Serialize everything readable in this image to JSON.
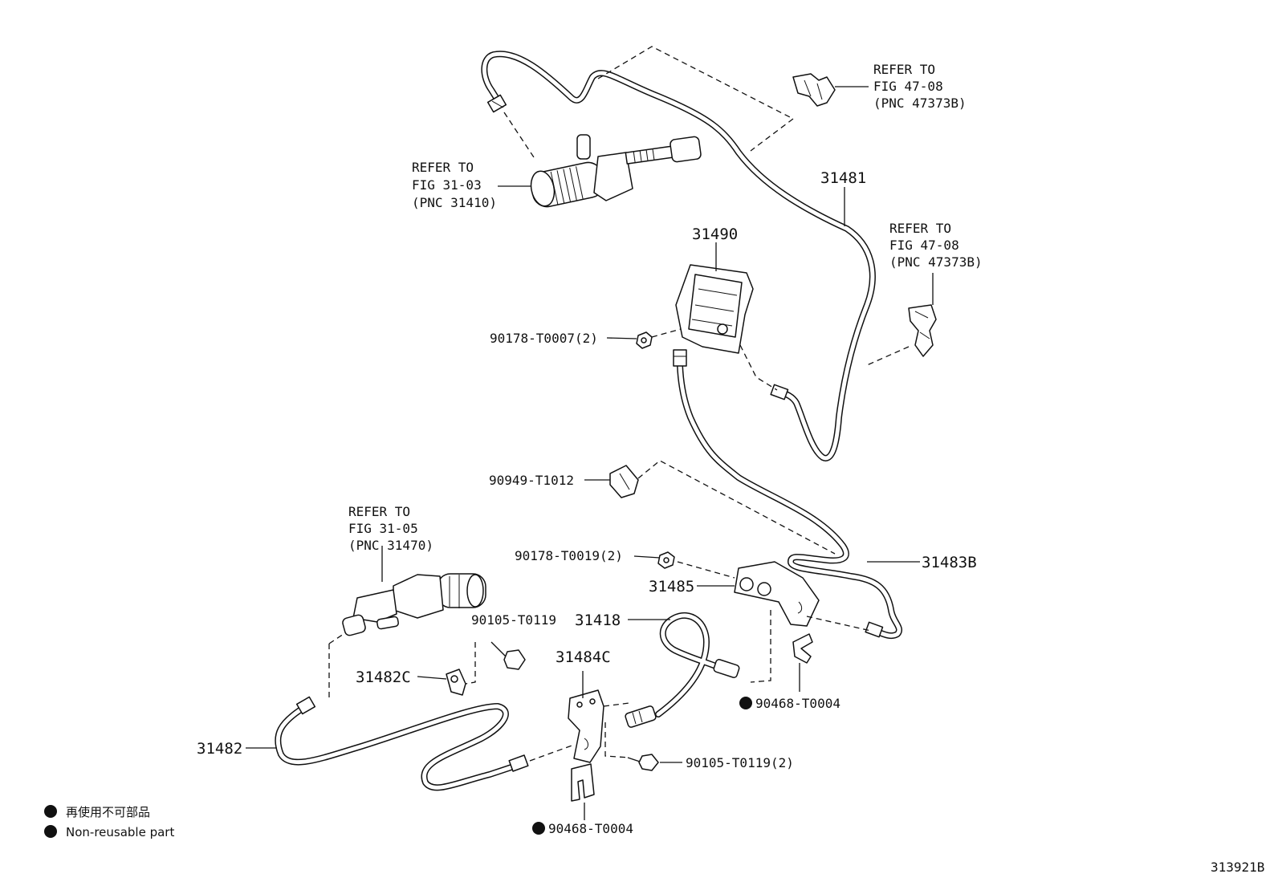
{
  "diagram_id": "313921B",
  "refs": {
    "clutch_master": {
      "line1": "REFER TO",
      "line2": "FIG 31-03",
      "line3": "(PNC 31410)"
    },
    "clamp_upper": {
      "line1": "REFER TO",
      "line2": "FIG 47-08",
      "line3": "(PNC 47373B)"
    },
    "clamp_right": {
      "line1": "REFER TO",
      "line2": "FIG 47-08",
      "line3": "(PNC 47373B)"
    },
    "release_cylinder": {
      "line1": "REFER TO",
      "line2": "FIG 31-05",
      "line3": "(PNC 31470)"
    }
  },
  "parts": {
    "p31481": "31481",
    "p31490": "31490",
    "p90178_T0007": "90178-T0007(2)",
    "p90949_T1012": "90949-T1012",
    "p90178_T0019": "90178-T0019(2)",
    "p31483B": "31483B",
    "p31485": "31485",
    "p31418": "31418",
    "p90105_T0119": "90105-T0119",
    "p31484C": "31484C",
    "p31482C": "31482C",
    "p90468_T0004_a": "90468-T0004",
    "p31482": "31482",
    "p90105_T0119_2": "90105-T0119(2)",
    "p90468_T0004_b": "90468-T0004"
  },
  "legend": {
    "jp": "再使用不可部品",
    "en": "Non-reusable part"
  }
}
